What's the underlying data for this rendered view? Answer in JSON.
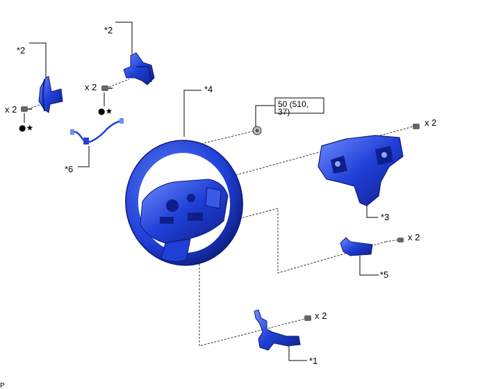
{
  "labels": {
    "part1": "*1",
    "part2a": "*2",
    "part2b": "*2",
    "part3": "*3",
    "part4": "*4",
    "part5": "*5",
    "part6": "*6"
  },
  "quantities": {
    "screws_left": "x 2",
    "screws_upper": "x 2",
    "screws_pad": "x 2",
    "screws_switch": "x 2",
    "screws_lever": "x 2"
  },
  "torque": {
    "line1": "50 (510,",
    "line2": "37)"
  },
  "symbols": {
    "left": "●★",
    "upper": "●★"
  },
  "corner_mark": "P",
  "colors": {
    "part_blue": "#1f3fd6",
    "part_dark": "#0f1f8a",
    "part_light": "#5a7cf0",
    "hardware": "#555555"
  }
}
